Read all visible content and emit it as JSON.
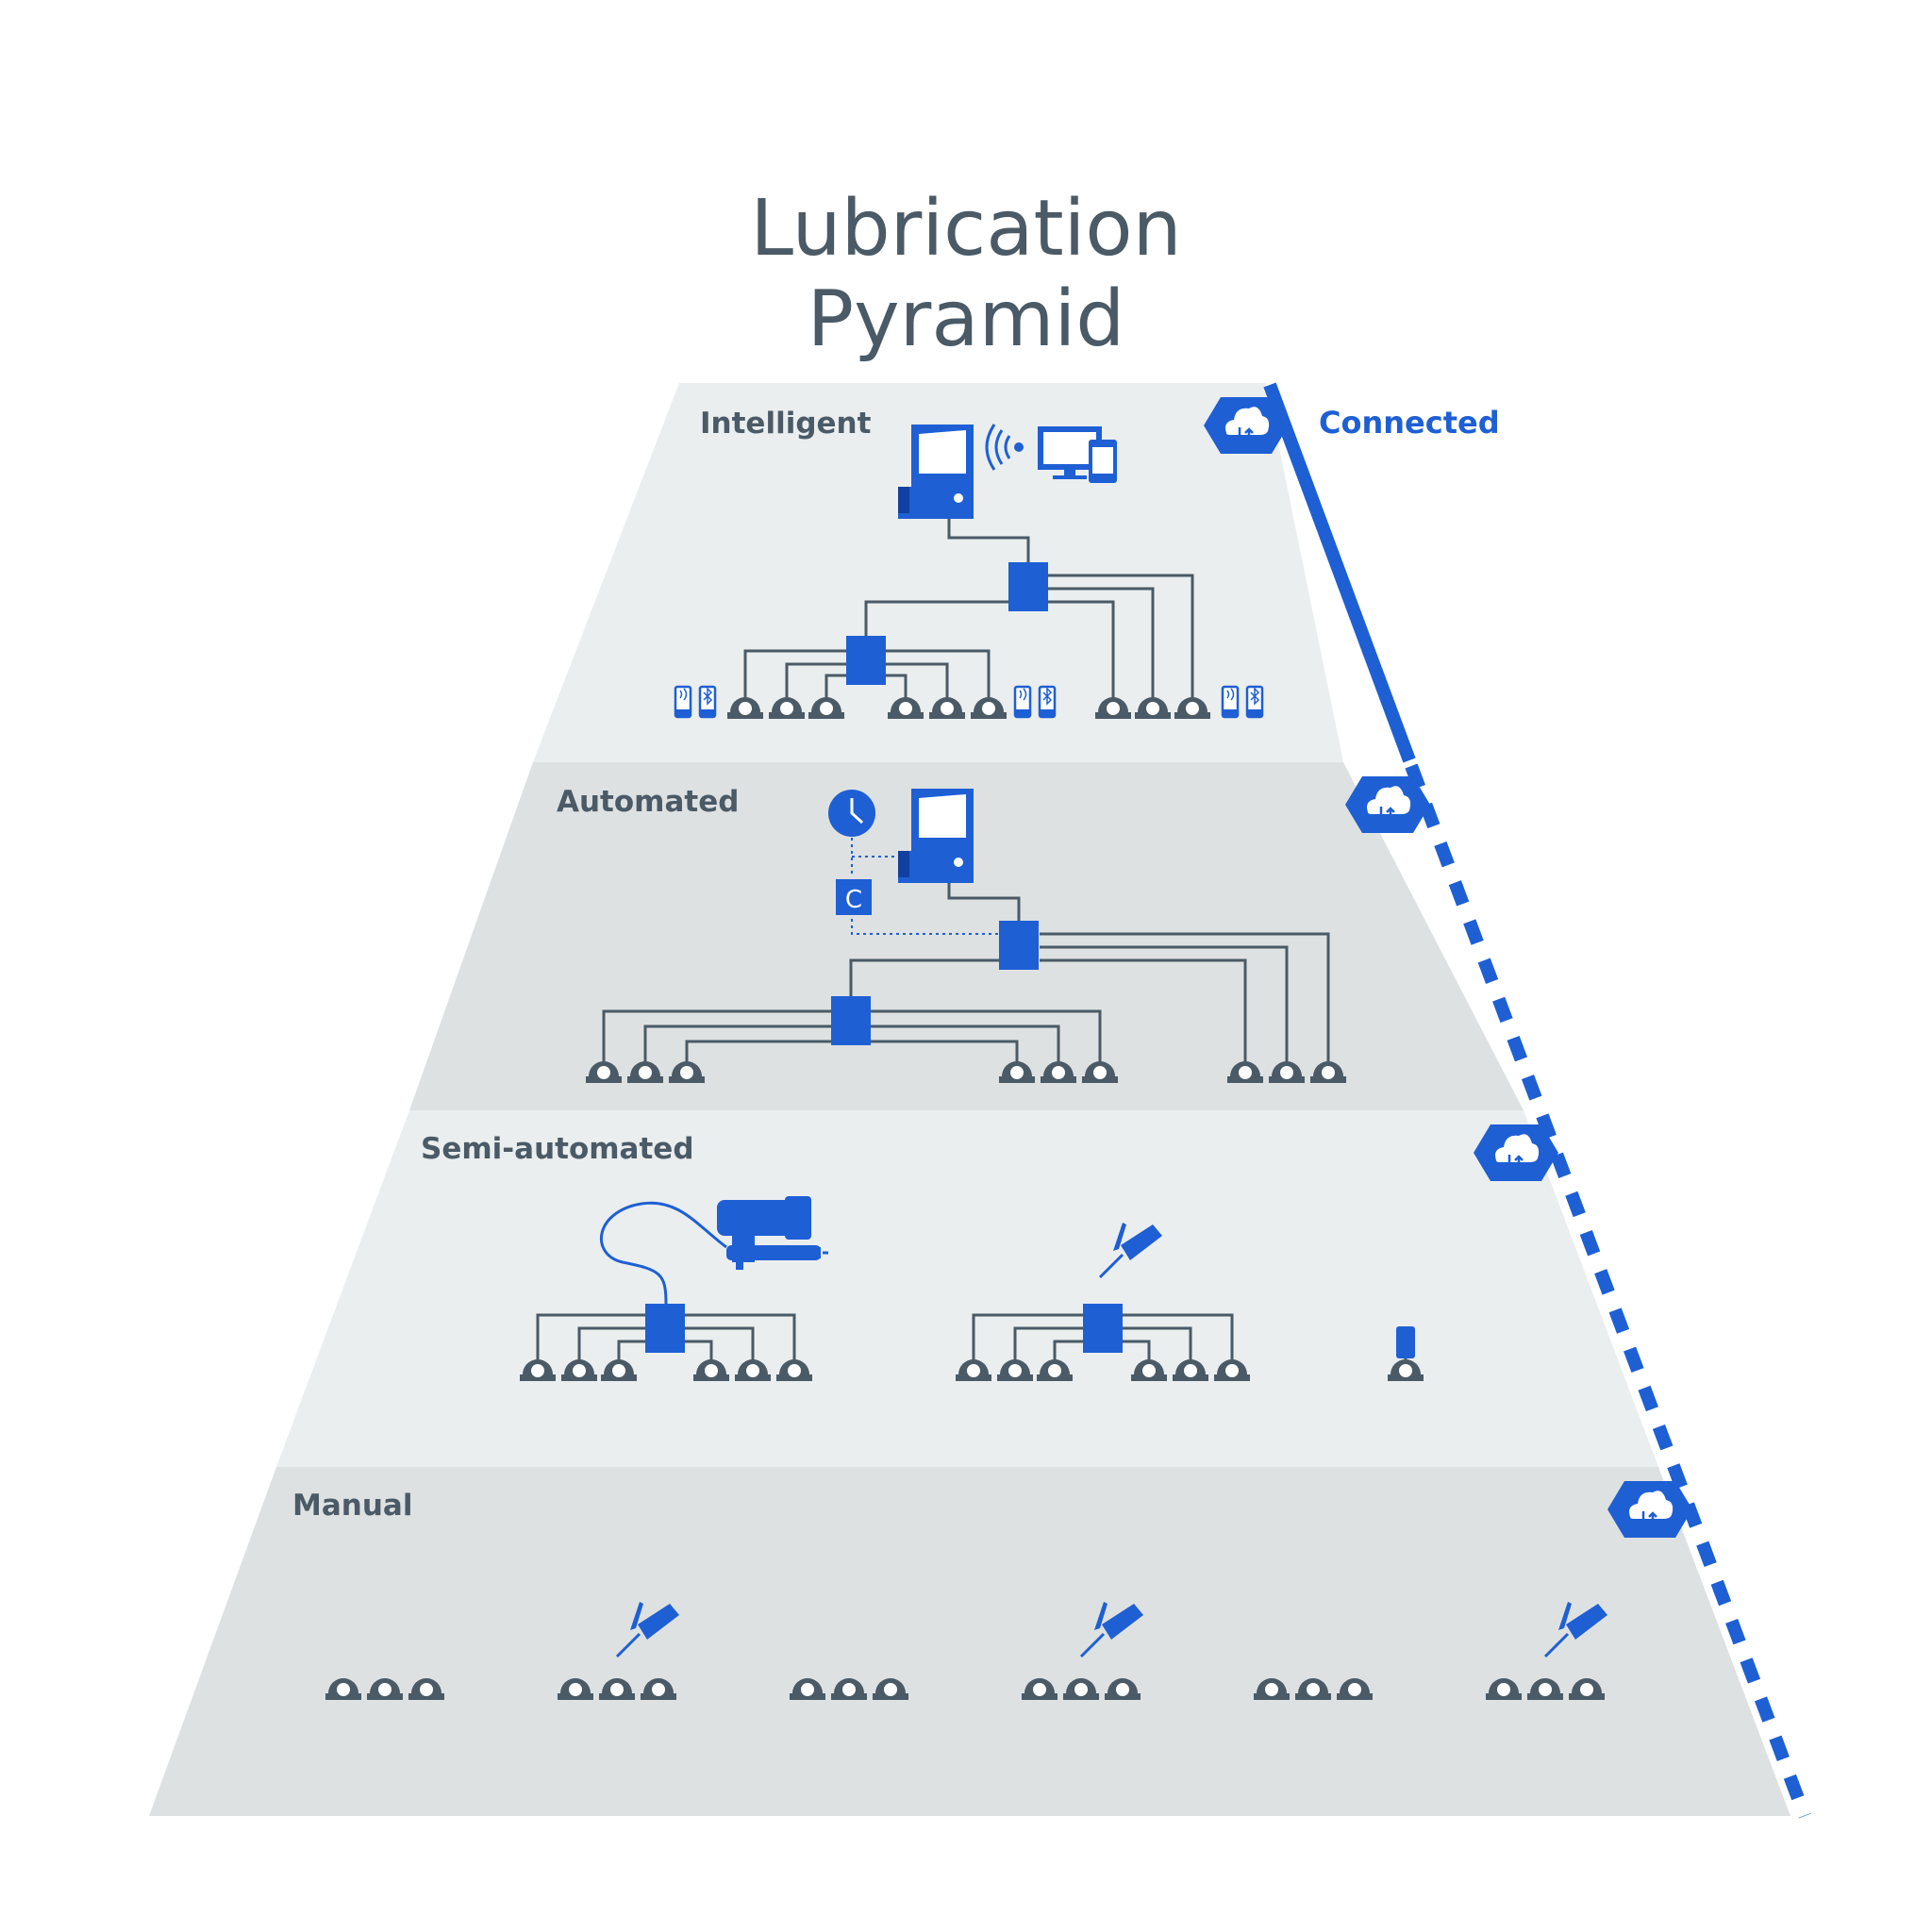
{
  "title": {
    "line1": "Lubrication",
    "line2": "Pyramid"
  },
  "connected": {
    "label": "Connected"
  },
  "tiers": [
    {
      "label": "Intelligent"
    },
    {
      "label": "Automated"
    },
    {
      "label": "Semi-automated"
    },
    {
      "label": "Manual"
    }
  ],
  "controller_badge": "C",
  "icons": {
    "cloud": "cloud-sync-icon",
    "control_unit": "lubrication-control-unit-icon",
    "wireless": "wireless-signal-icon",
    "monitor_phone": "monitor-and-phone-icon",
    "distributor": "distributor-block-icon",
    "bearing": "bearing-point-icon",
    "sensor": "wireless-bluetooth-sensor-icon",
    "clock": "timer-clock-icon",
    "grease_gun": "battery-grease-gun-icon",
    "grease_nozzle": "manual-grease-nozzle-icon",
    "single_point": "single-point-lubricator-icon"
  },
  "colors": {
    "accent_blue": "#1e5fd4",
    "text_gray": "#4a5a66",
    "band_light": "#eaeeef",
    "band_dark": "#dee1e2"
  }
}
